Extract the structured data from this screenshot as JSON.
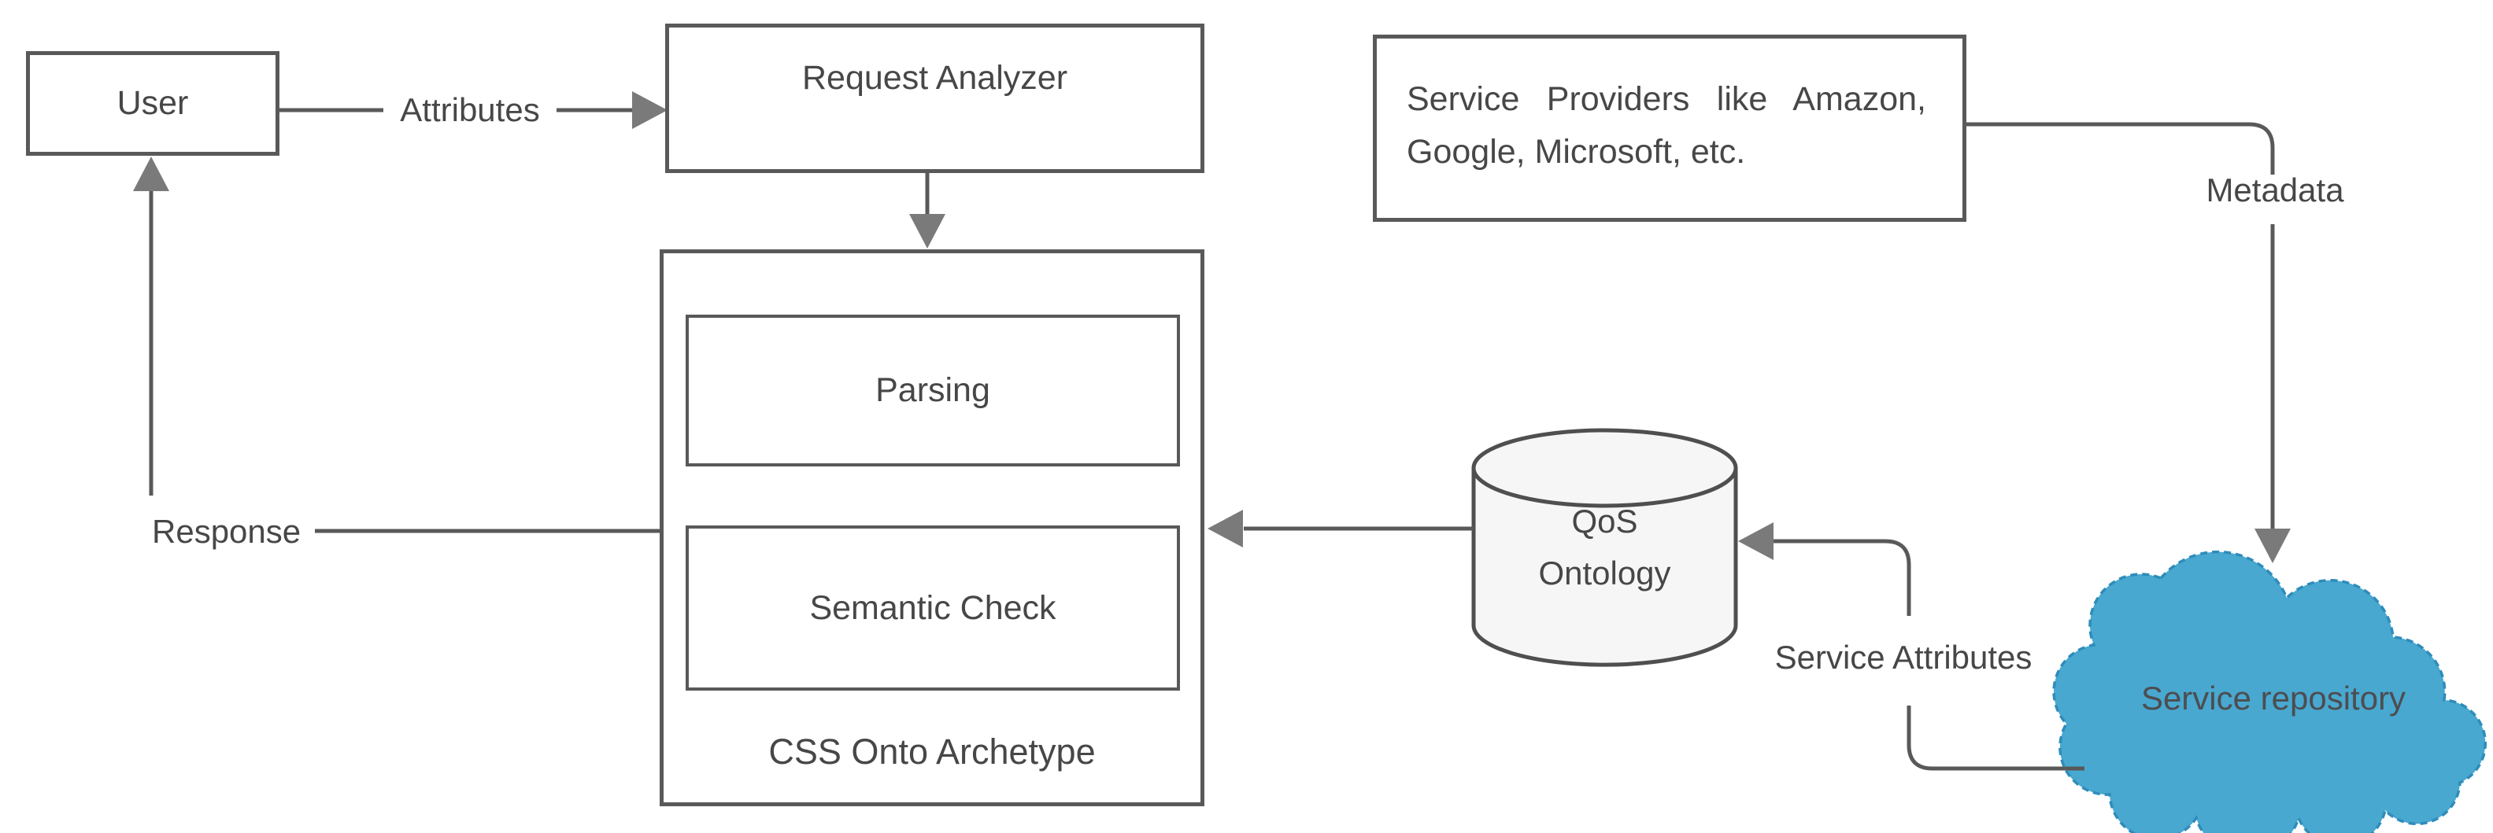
{
  "nodes": {
    "user": {
      "label": "User"
    },
    "request_analyzer": {
      "label": "Request Analyzer"
    },
    "service_providers": {
      "line1": "Service Providers like Amazon,",
      "line2": "Google, Microsoft, etc."
    },
    "css_onto_archetype": {
      "label": "CSS Onto Archetype"
    },
    "parsing": {
      "label": "Parsing"
    },
    "semantic_check": {
      "label": "Semantic Check"
    },
    "qos_ontology": {
      "line1": "QoS",
      "line2": "Ontology"
    },
    "service_repository": {
      "label": "Service repository"
    }
  },
  "edge_labels": {
    "attributes": "Attributes",
    "response": "Response",
    "metadata": "Metadata",
    "service_attributes": "Service Attributes"
  },
  "colors": {
    "line": "#595959",
    "text": "#474747",
    "box_fill": "#ffffff",
    "cylinder_fill": "#f6f6f6",
    "cylinder_stroke": "#4f4f4f",
    "cloud_fill": "#48a8d0",
    "cloud_stroke": "#2f8cba"
  }
}
